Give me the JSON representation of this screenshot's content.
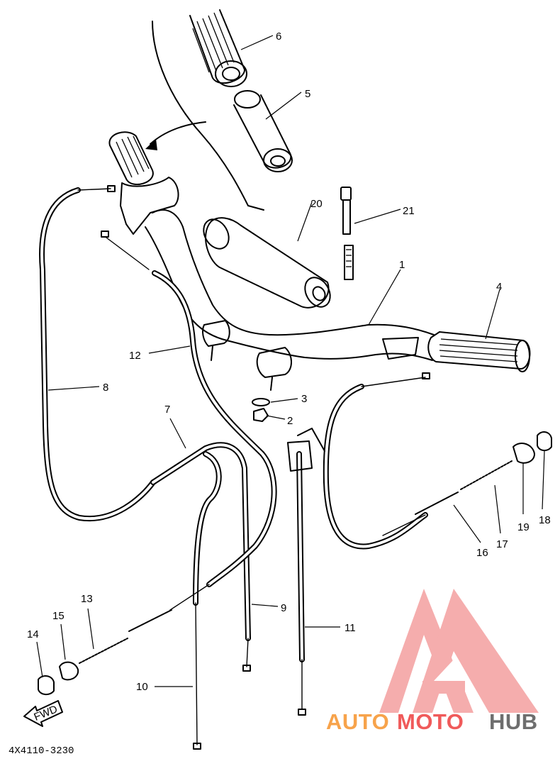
{
  "diagram_code": "4X4110-3230",
  "fwd_label": "FWD",
  "watermark": {
    "part1": "AUTO",
    "part2": "MOTO",
    "part3": "HUB",
    "colors": {
      "part1": "#f7a34b",
      "part2": "#f05a5a",
      "part3": "#6e6e6e",
      "logo": "#f4a5a5"
    }
  },
  "callouts": [
    {
      "id": "c1",
      "text": "1"
    },
    {
      "id": "c2",
      "text": "2"
    },
    {
      "id": "c3",
      "text": "3"
    },
    {
      "id": "c4",
      "text": "4"
    },
    {
      "id": "c5",
      "text": "5"
    },
    {
      "id": "c6",
      "text": "6"
    },
    {
      "id": "c7",
      "text": "7"
    },
    {
      "id": "c8",
      "text": "8"
    },
    {
      "id": "c9",
      "text": "9"
    },
    {
      "id": "c10",
      "text": "10"
    },
    {
      "id": "c11",
      "text": "11"
    },
    {
      "id": "c12",
      "text": "12"
    },
    {
      "id": "c13",
      "text": "13"
    },
    {
      "id": "c14",
      "text": "14"
    },
    {
      "id": "c15",
      "text": "15"
    },
    {
      "id": "c16",
      "text": "16"
    },
    {
      "id": "c17",
      "text": "17"
    },
    {
      "id": "c18",
      "text": "18"
    },
    {
      "id": "c19",
      "text": "19"
    },
    {
      "id": "c20",
      "text": "20"
    },
    {
      "id": "c21",
      "text": "21"
    }
  ]
}
